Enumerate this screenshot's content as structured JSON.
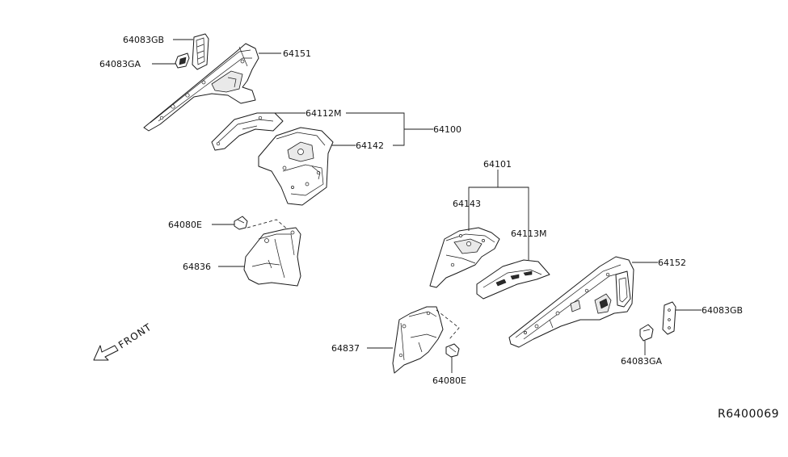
{
  "diagram": {
    "reference_code": "R6400069",
    "direction_label": "FRONT",
    "parts": {
      "p64083GB_top": "64083GB",
      "p64083GA_top": "64083GA",
      "p64151": "64151",
      "p64112M": "64112M",
      "p64100": "64100",
      "p64142": "64142",
      "p64080E_left": "64080E",
      "p64836": "64836",
      "p64101": "64101",
      "p64143": "64143",
      "p64113M": "64113M",
      "p64152": "64152",
      "p64083GB_right": "64083GB",
      "p64083GA_right": "64083GA",
      "p64837": "64837",
      "p64080E_bottom": "64080E"
    }
  }
}
